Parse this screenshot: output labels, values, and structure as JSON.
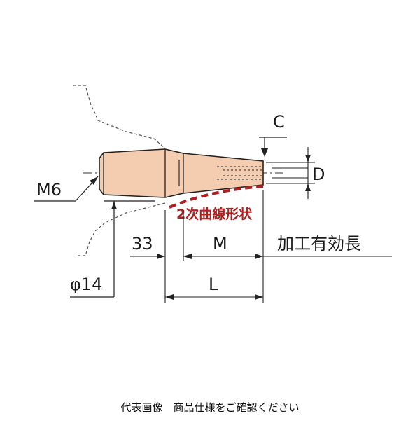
{
  "labels": {
    "m6": "M6",
    "c": "C",
    "d": "D",
    "curve": "2次曲線形状",
    "dim33": "33",
    "dimM": "M",
    "dimL": "L",
    "effective": "加工有効長",
    "phi14": "φ14"
  },
  "caption": "代表画像　商品仕様をご確認ください",
  "colors": {
    "body_fill": "#f4cdb0",
    "outline": "#222222",
    "curve_red": "#b02020"
  }
}
